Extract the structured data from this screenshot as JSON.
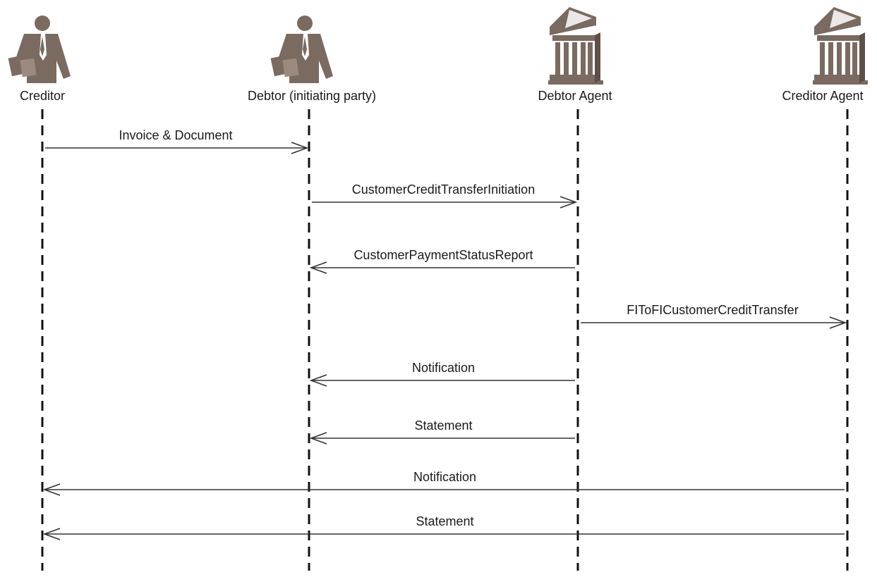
{
  "colors": {
    "icon": "#7a6a60",
    "lifeline": "#111111",
    "message": "#333333",
    "text": "#1a1a1a"
  },
  "actors": [
    {
      "id": "creditor",
      "label": "Creditor",
      "icon": "businessman-icon"
    },
    {
      "id": "debtor",
      "label": "Debtor (initiating party)",
      "icon": "businessman-icon"
    },
    {
      "id": "debtor-agent",
      "label": "Debtor Agent",
      "icon": "bank-building-icon"
    },
    {
      "id": "creditor-agent",
      "label": "Creditor Agent",
      "icon": "bank-building-icon"
    }
  ],
  "messages": [
    {
      "label": "Invoice & Document",
      "from": "creditor",
      "to": "debtor"
    },
    {
      "label": "CustomerCreditTransferInitiation",
      "from": "debtor",
      "to": "debtor-agent"
    },
    {
      "label": "CustomerPaymentStatusReport",
      "from": "debtor-agent",
      "to": "debtor"
    },
    {
      "label": "FIToFICustomerCreditTransfer",
      "from": "debtor-agent",
      "to": "creditor-agent"
    },
    {
      "label": "Notification",
      "from": "debtor-agent",
      "to": "debtor"
    },
    {
      "label": "Statement",
      "from": "debtor-agent",
      "to": "debtor"
    },
    {
      "label": "Notification",
      "from": "creditor-agent",
      "to": "creditor"
    },
    {
      "label": "Statement",
      "from": "creditor-agent",
      "to": "creditor"
    }
  ]
}
